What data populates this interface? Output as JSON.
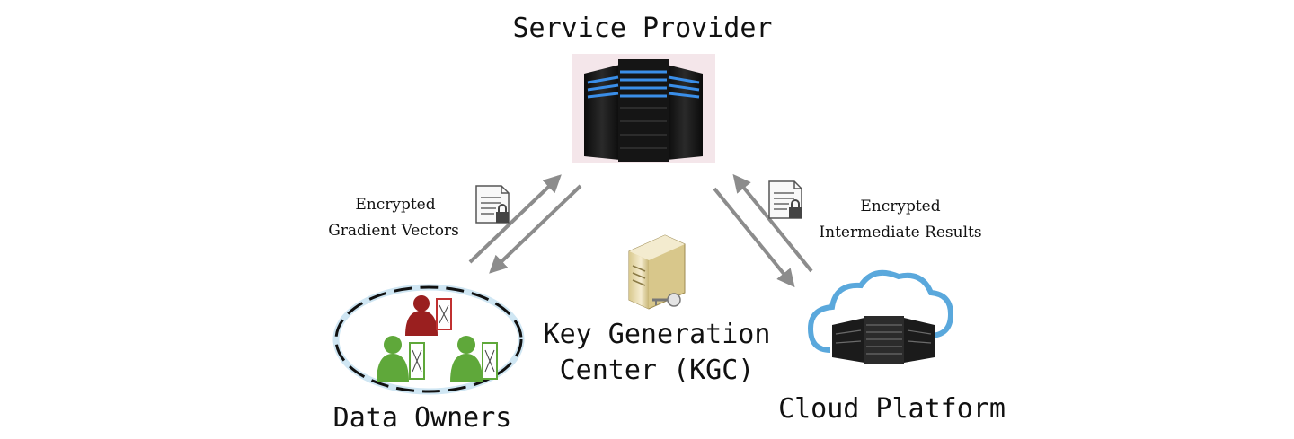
{
  "nodes": {
    "service_provider": {
      "label": "Service Provider"
    },
    "data_owners": {
      "label": "Data Owners"
    },
    "kgc": {
      "label_line1": "Key Generation",
      "label_line2": "Center (KGC)"
    },
    "cloud_platform": {
      "label": "Cloud Platform"
    }
  },
  "edges": {
    "left": {
      "label_line1": "Encrypted",
      "label_line2": "Gradient Vectors"
    },
    "right": {
      "label_line1": "Encrypted",
      "label_line2": "Intermediate Results"
    }
  },
  "icons": [
    "server-rack-icon",
    "people-group-icon",
    "key-server-icon",
    "cloud-server-icon",
    "locked-document-icon"
  ],
  "colors": {
    "arrow": "#8c8c8c",
    "server_glow": "#3a8ee8",
    "person_green": "#5fa83a",
    "person_red": "#9a1f1f",
    "cloud_blue": "#5aa8dc",
    "kgc_beige": "#efe3b8"
  }
}
